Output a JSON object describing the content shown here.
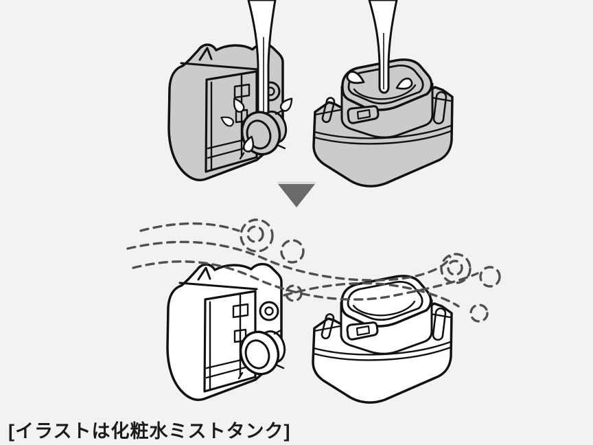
{
  "colors": {
    "bg": "#f1f2f1",
    "tank-gray": "#cbcbcb",
    "tank-white": "#ffffff",
    "outline": "#111111",
    "arrow": "#6a6a6a",
    "arrow-edge": "#dcdcdc",
    "swirl": "#4f4f4f",
    "caption": "#1b1b1b"
  },
  "caption": {
    "text": "[イラストは化粧水ミストタンク]"
  },
  "illustration": {
    "top_scene": "tanks-rinsed-under-running-water",
    "arrow": "down-arrow",
    "bottom_scene": "tanks-air-drying-with-swirls"
  }
}
